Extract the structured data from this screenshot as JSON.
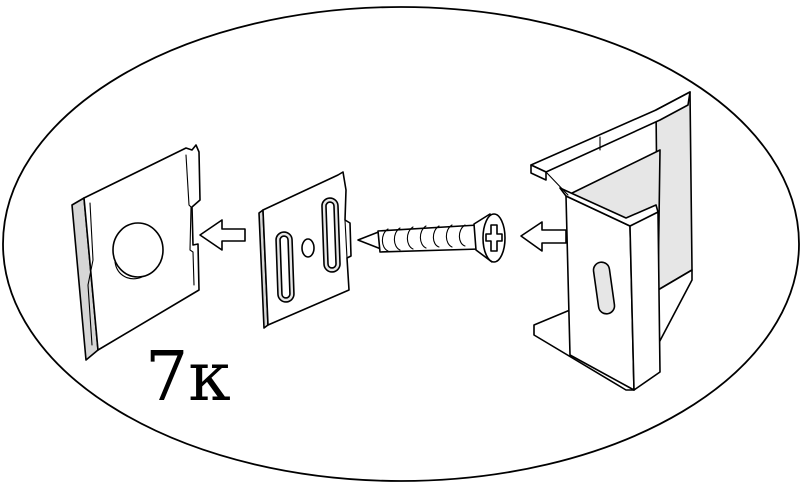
{
  "step_label": "7к",
  "parts": [
    {
      "name": "panel-with-hole",
      "icon": "panel-icon"
    },
    {
      "name": "mounting-plate",
      "icon": "plate-icon"
    },
    {
      "name": "screw",
      "icon": "screw-icon"
    },
    {
      "name": "c-bracket",
      "icon": "bracket-icon"
    }
  ],
  "arrows": [
    "arrow-left-icon",
    "arrow-left-icon",
    "arrow-left-icon"
  ]
}
